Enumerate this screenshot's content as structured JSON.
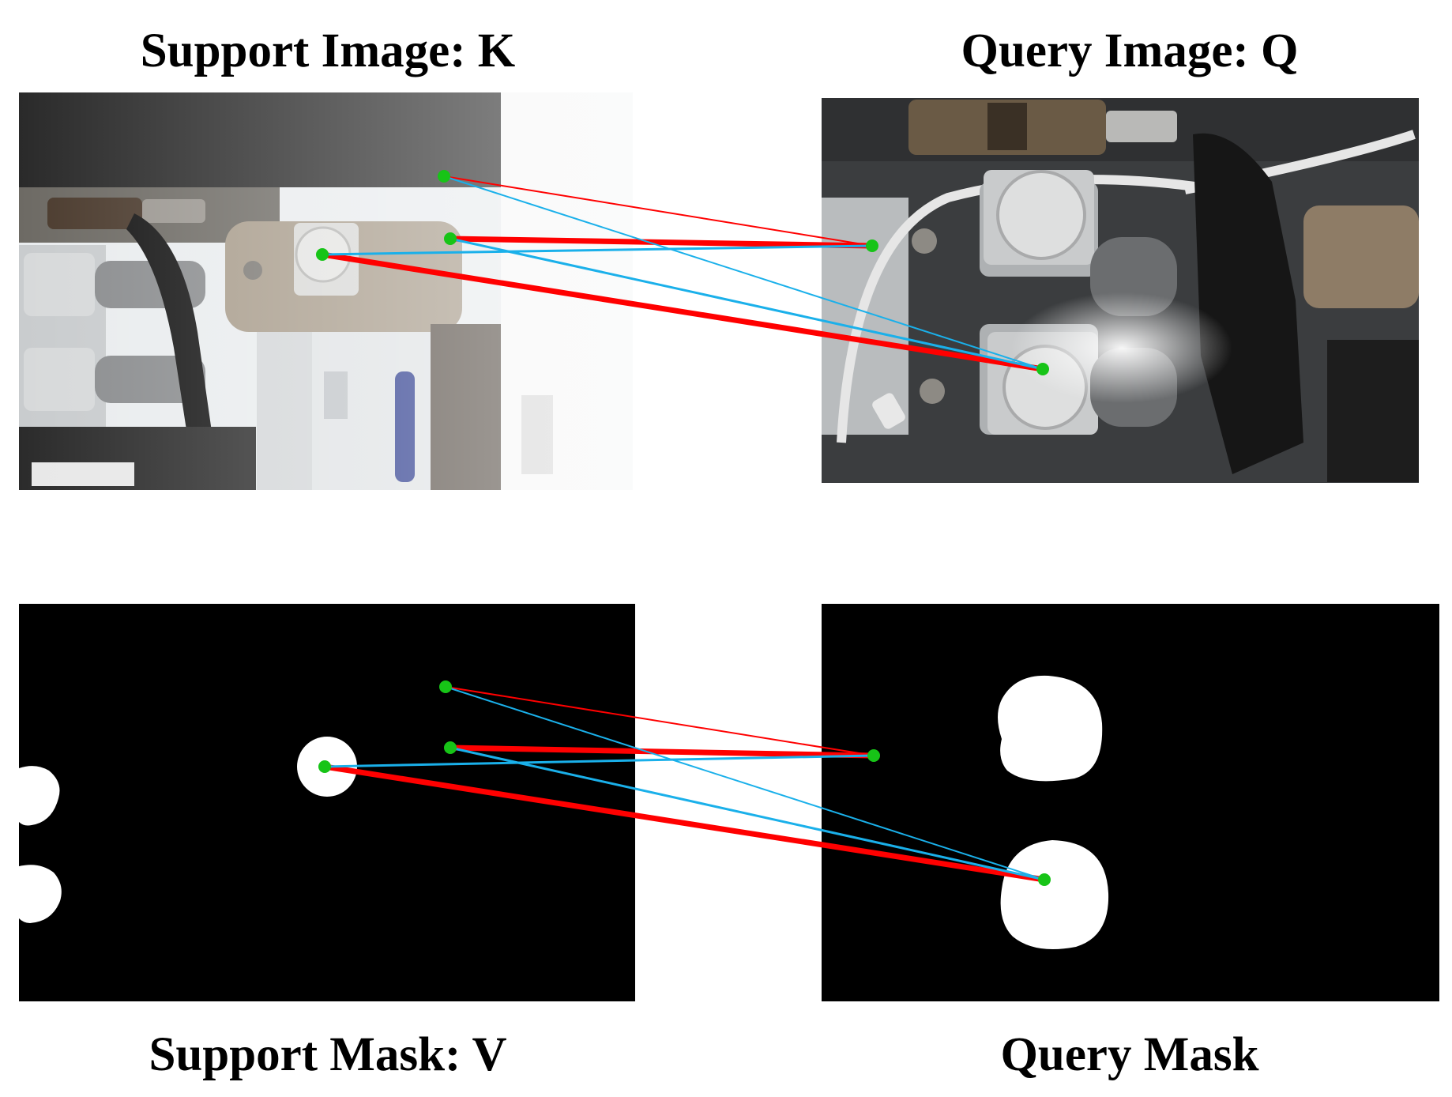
{
  "titles": {
    "support_image": "Support Image: K",
    "query_image": "Query Image: Q",
    "support_mask": "Support Mask: V",
    "query_mask": "Query Mask"
  },
  "colors": {
    "match_red": "#ff0000",
    "match_blue": "#1ab0ea",
    "keypoint_green": "#17c417",
    "mask_black": "#000000",
    "mask_white": "#ffffff"
  },
  "legend": []
}
